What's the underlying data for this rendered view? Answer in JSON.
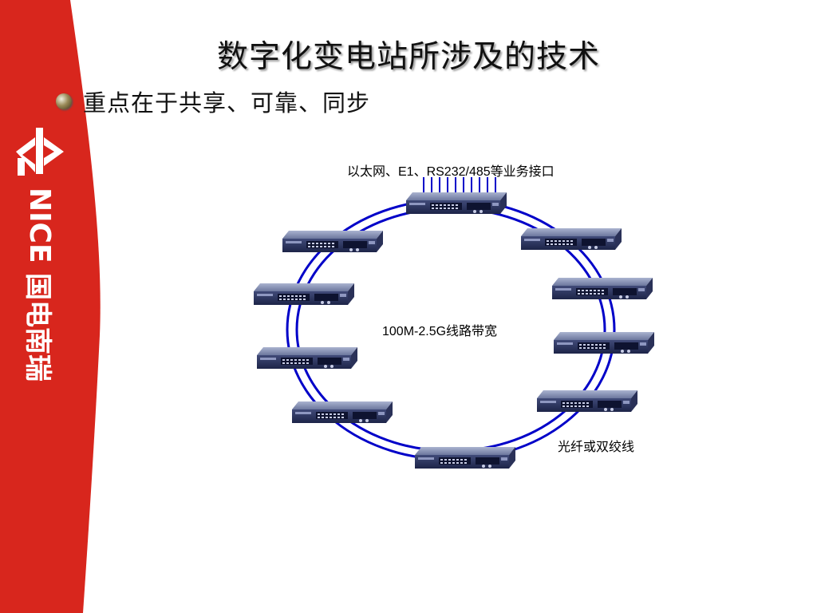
{
  "slide": {
    "title": "数字化变电站所涉及的技术",
    "bullet": "重点在于共享、可靠、同步"
  },
  "brand": {
    "latin_text": "NICE",
    "chinese_text": "国电南瑞",
    "background_color": "#d8261d"
  },
  "diagram": {
    "top_label": "以太网、E1、RS232/485等业务接口",
    "center_label": "100M-2.5G线路带宽",
    "link_label": "光纤或双绞线",
    "ring_color": "#0000c8",
    "device_count": 10
  }
}
